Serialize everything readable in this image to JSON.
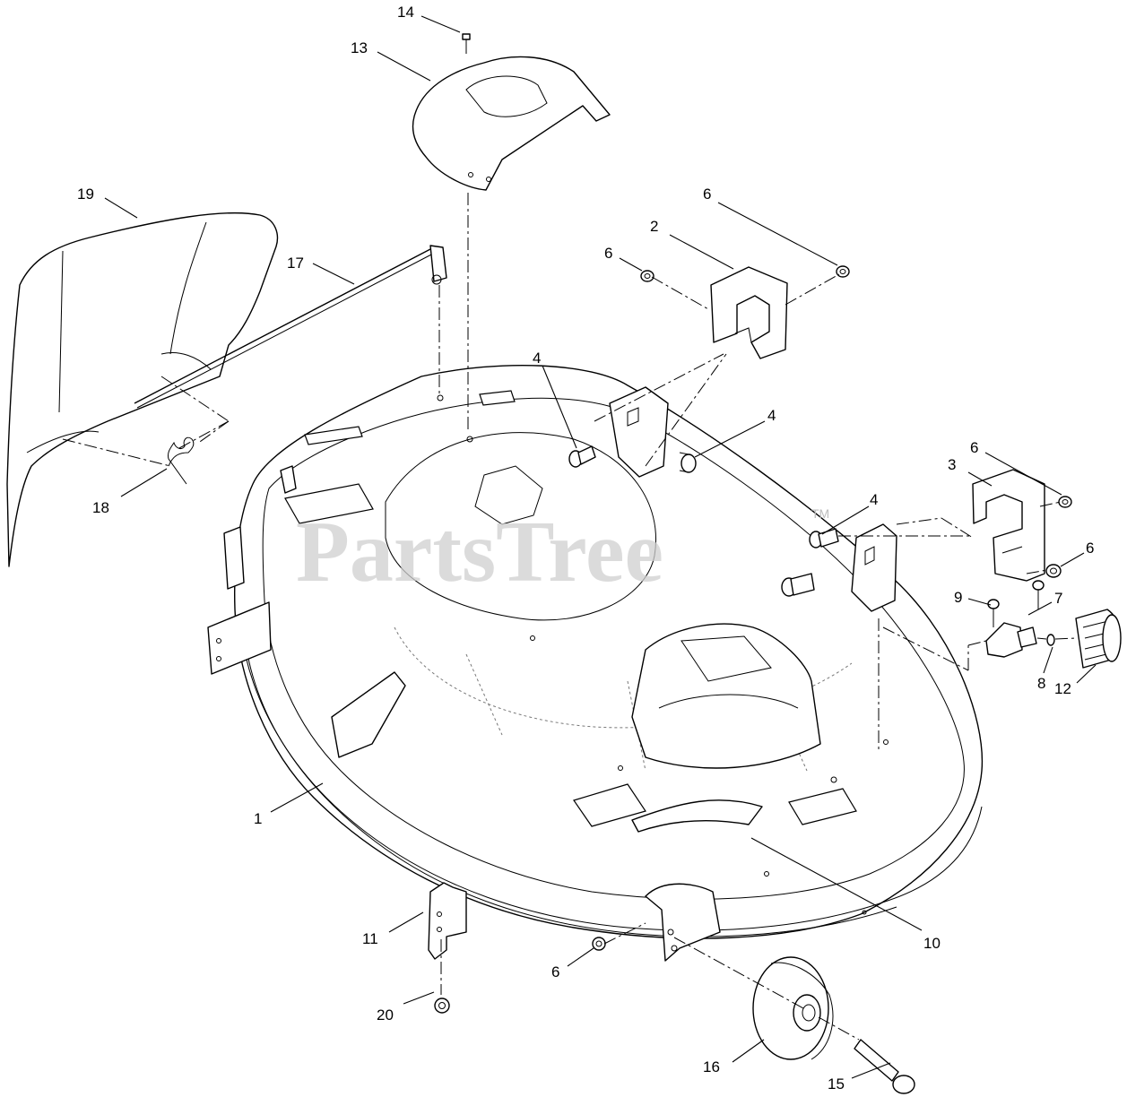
{
  "watermark": {
    "text": "PartsTree",
    "trademark": "TM"
  },
  "callouts": [
    {
      "id": "1",
      "label": "1"
    },
    {
      "id": "2",
      "label": "2"
    },
    {
      "id": "3",
      "label": "3"
    },
    {
      "id": "4a",
      "label": "4"
    },
    {
      "id": "4b",
      "label": "4"
    },
    {
      "id": "4c",
      "label": "4"
    },
    {
      "id": "6a",
      "label": "6"
    },
    {
      "id": "6b",
      "label": "6"
    },
    {
      "id": "6c",
      "label": "6"
    },
    {
      "id": "6d",
      "label": "6"
    },
    {
      "id": "6e",
      "label": "6"
    },
    {
      "id": "7",
      "label": "7"
    },
    {
      "id": "8",
      "label": "8"
    },
    {
      "id": "9",
      "label": "9"
    },
    {
      "id": "10",
      "label": "10"
    },
    {
      "id": "11",
      "label": "11"
    },
    {
      "id": "12",
      "label": "12"
    },
    {
      "id": "13",
      "label": "13"
    },
    {
      "id": "14",
      "label": "14"
    },
    {
      "id": "15",
      "label": "15"
    },
    {
      "id": "16",
      "label": "16"
    },
    {
      "id": "17",
      "label": "17"
    },
    {
      "id": "18",
      "label": "18"
    },
    {
      "id": "19",
      "label": "19"
    },
    {
      "id": "20",
      "label": "20"
    }
  ]
}
